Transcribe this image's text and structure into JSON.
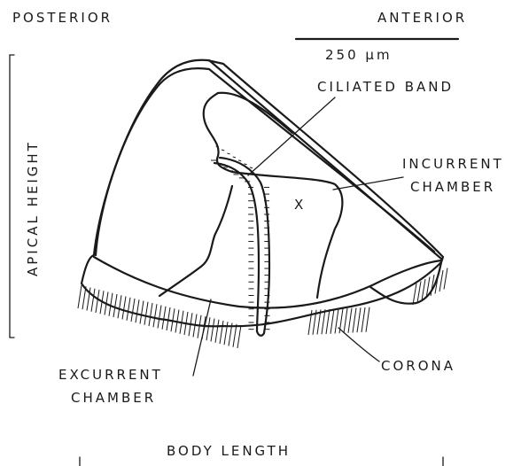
{
  "labels": {
    "posterior": "POSTERIOR",
    "anterior": "ANTERIOR",
    "scale": "250 μm",
    "ciliated_band": "CILIATED BAND",
    "incurrent_line1": "INCURRENT",
    "incurrent_line2": "CHAMBER",
    "apical_height": "APICAL HEIGHT",
    "x_mark": "X",
    "excurrent_line1": "EXCURRENT",
    "excurrent_line2": "CHAMBER",
    "corona": "CORONA",
    "body_length": "BODY LENGTH"
  }
}
